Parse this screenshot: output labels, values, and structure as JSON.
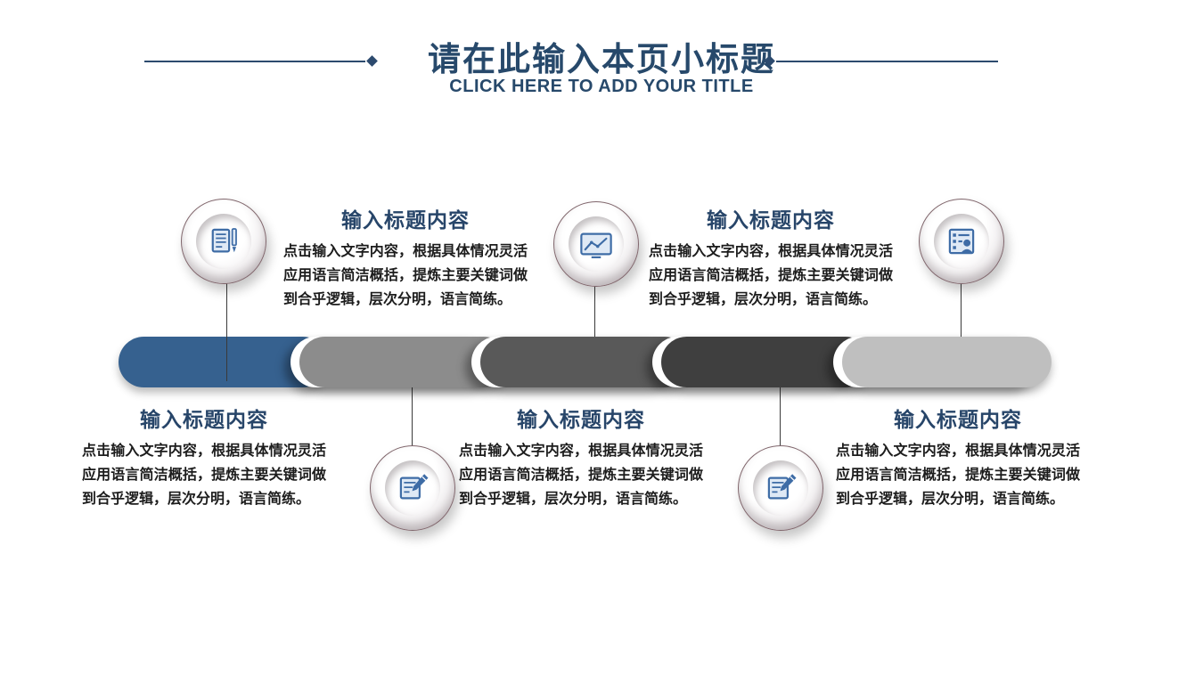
{
  "header": {
    "title": "请在此输入本页小标题",
    "subtitle": "CLICK HERE TO ADD YOUR TITLE",
    "accent_color": "#27496B"
  },
  "timeline": {
    "segments": [
      {
        "name": "step-1",
        "color": "#36618F"
      },
      {
        "name": "step-2",
        "color": "#8C8C8C"
      },
      {
        "name": "step-3",
        "color": "#595959"
      },
      {
        "name": "step-4",
        "color": "#3F3F3F"
      },
      {
        "name": "step-5",
        "color": "#BFBFBF"
      }
    ]
  },
  "icon_color": "#3E6CA6",
  "blocks": [
    {
      "icon": "document-pen-icon",
      "title": "输入标题内容",
      "body": "点击输入文字内容，根据具体情况灵活应用语言简洁概括，提炼主要关键词做到合乎逻辑，层次分明，语言简练。"
    },
    {
      "icon": "edit-note-icon",
      "title": "输入标题内容",
      "body": "点击输入文字内容，根据具体情况灵活应用语言简洁概括，提炼主要关键词做到合乎逻辑，层次分明，语言简练。"
    },
    {
      "icon": "line-chart-monitor-icon",
      "title": "输入标题内容",
      "body": "点击输入文字内容，根据具体情况灵活应用语言简洁概括，提炼主要关键词做到合乎逻辑，层次分明，语言简练。"
    },
    {
      "icon": "edit-note-icon",
      "title": "输入标题内容",
      "body": "点击输入文字内容，根据具体情况灵活应用语言简洁概括，提炼主要关键词做到合乎逻辑，层次分明，语言简练。"
    },
    {
      "icon": "id-card-icon",
      "title": "输入标题内容",
      "body": "点击输入文字内容，根据具体情况灵活应用语言简洁概括，提炼主要关键词做到合乎逻辑，层次分明，语言简练。"
    }
  ]
}
